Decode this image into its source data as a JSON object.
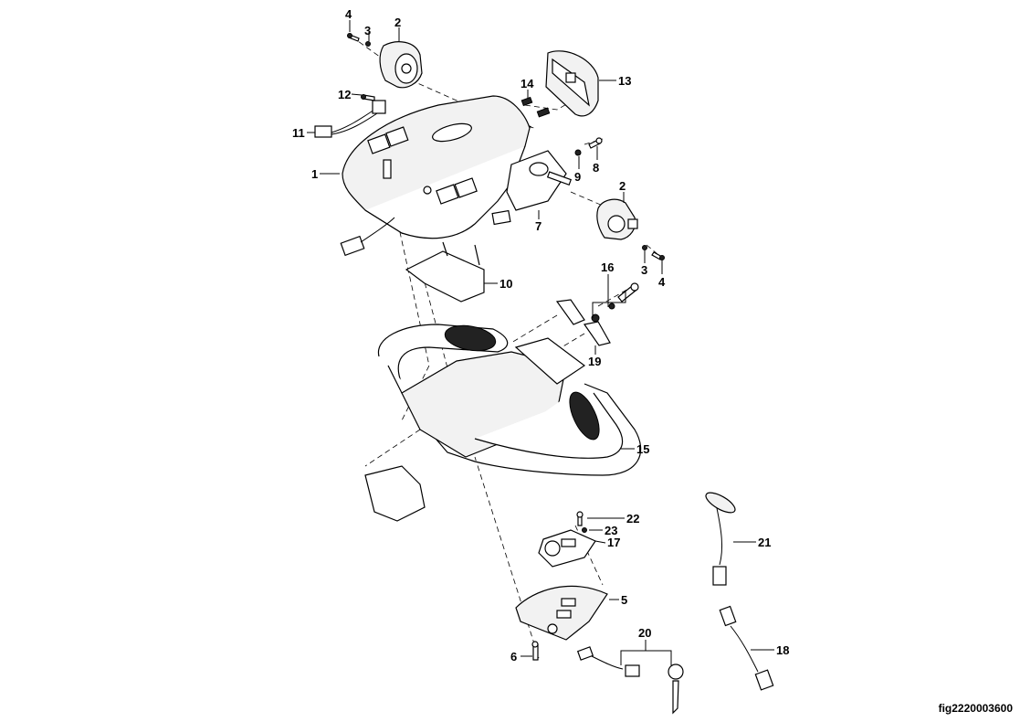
{
  "figure": {
    "id": "fig2220003600",
    "description": "Exploded parts diagram of control handle assembly"
  },
  "callouts": [
    {
      "id": "c1",
      "label": "1",
      "part": "control-head-housing"
    },
    {
      "id": "c2a",
      "label": "2",
      "part": "rotary-thumb-control-left"
    },
    {
      "id": "c2b",
      "label": "2",
      "part": "rotary-thumb-control-right"
    },
    {
      "id": "c3a",
      "label": "3",
      "part": "washer-left"
    },
    {
      "id": "c3b",
      "label": "3",
      "part": "washer-right"
    },
    {
      "id": "c4a",
      "label": "4",
      "part": "screw-left"
    },
    {
      "id": "c4b",
      "label": "4",
      "part": "screw-right"
    },
    {
      "id": "c5",
      "label": "5",
      "part": "bottom-cover"
    },
    {
      "id": "c6",
      "label": "6",
      "part": "cover-screw"
    },
    {
      "id": "c7",
      "label": "7",
      "part": "potentiometer-bracket"
    },
    {
      "id": "c8",
      "label": "8",
      "part": "bracket-screw"
    },
    {
      "id": "c9",
      "label": "9",
      "part": "bracket-washer"
    },
    {
      "id": "c10",
      "label": "10",
      "part": "switch-tray"
    },
    {
      "id": "c11",
      "label": "11",
      "part": "switch-harness"
    },
    {
      "id": "c12",
      "label": "12",
      "part": "switch-screw"
    },
    {
      "id": "c13",
      "label": "13",
      "part": "belly-button"
    },
    {
      "id": "c14",
      "label": "14",
      "part": "springs"
    },
    {
      "id": "c15",
      "label": "15",
      "part": "handle-frame"
    },
    {
      "id": "c16",
      "label": "16",
      "part": "pivot-bolt-kit"
    },
    {
      "id": "c17",
      "label": "17",
      "part": "circuit-board"
    },
    {
      "id": "c18",
      "label": "18",
      "part": "jumper-cable"
    },
    {
      "id": "c19",
      "label": "19",
      "part": "gaskets"
    },
    {
      "id": "c20",
      "label": "20",
      "part": "key-switch-assembly"
    },
    {
      "id": "c21",
      "label": "21",
      "part": "horn-button-cable"
    },
    {
      "id": "c22",
      "label": "22",
      "part": "board-screw"
    },
    {
      "id": "c23",
      "label": "23",
      "part": "board-washer"
    }
  ]
}
